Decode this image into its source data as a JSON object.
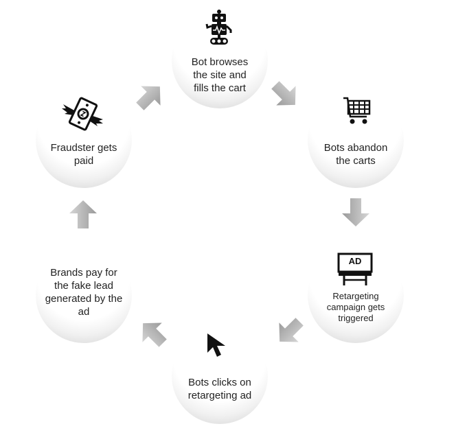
{
  "nodes": {
    "bot_browses": "Bot browses the site and fills the cart",
    "bots_abandon": "Bots abandon the carts",
    "retargeting": "Retargeting campaign gets triggered",
    "bots_clicks": "Bots clicks on retargeting ad",
    "brands_pay": "Brands pay for the fake lead generated by the ad",
    "fraudster": "Fraudster gets paid"
  },
  "billboard_text": "AD",
  "icons": {
    "bot_browses": "robot-icon",
    "bots_abandon": "shopping-cart-icon",
    "retargeting": "billboard-icon",
    "bots_clicks": "mouse-cursor-icon",
    "fraudster": "flying-money-icon"
  },
  "colors": {
    "arrow_light": "#d0d0d0",
    "arrow_dark": "#9a9a9a",
    "icon": "#111111"
  }
}
